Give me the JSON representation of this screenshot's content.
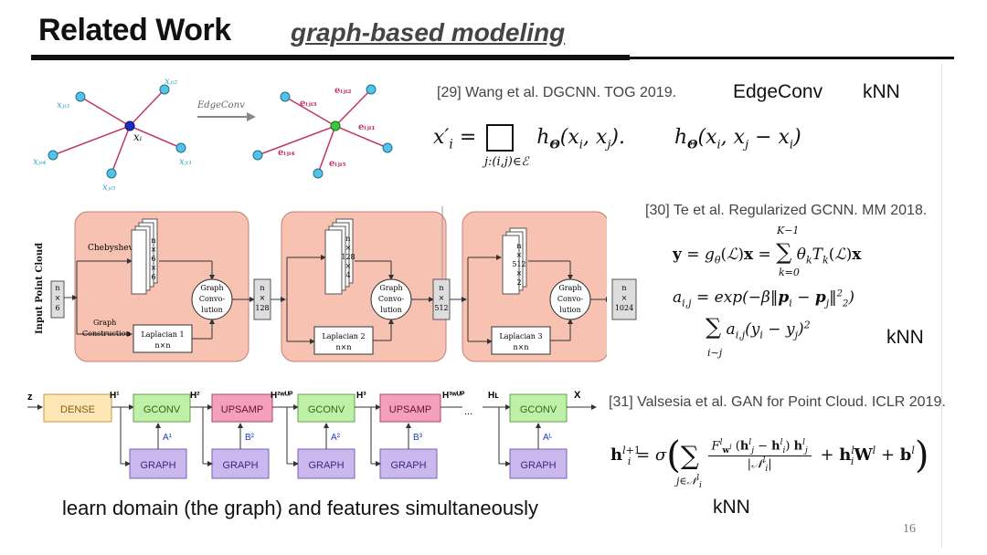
{
  "header": {
    "title": "Related Work",
    "subtitle": "graph-based modeling"
  },
  "refs": {
    "ref29": "[29] Wang et al. DGCNN. TOG 2019.",
    "ref30": "[30] Te et al. Regularized GCNN. MM 2018.",
    "ref31": "[31] Valsesia et al. GAN for Point Cloud. ICLR 2019."
  },
  "keywords": {
    "edgeconv": "EdgeConv",
    "knn1": "kNN",
    "knn2": "kNN",
    "knn3": "kNN"
  },
  "edgeconv_fig": {
    "arrow_label": "EdgeConv",
    "center_node": "xᵢ",
    "left_nodes": [
      "xⱼᵢ₂",
      "xⱼᵢ₃",
      "xⱼᵢ₄",
      "xⱼᵢ₅",
      "xⱼᵢ₁"
    ],
    "right_edges": [
      "eᵢⱼᵢ₃",
      "eᵢⱼᵢ₂",
      "eᵢⱼᵢ₁",
      "eᵢⱼᵢ₄",
      "eᵢⱼᵢ₅"
    ]
  },
  "gcnn_fig": {
    "input_label": "Input Point Cloud",
    "input_size": [
      "n",
      "×",
      "6"
    ],
    "chebyshev": "Chebyshev",
    "graph_construction": [
      "Graph",
      "Construction"
    ],
    "stages": [
      {
        "stack": [
          "n",
          "×",
          "6",
          "×",
          "6"
        ],
        "conv": [
          "Graph",
          "Convo-",
          "lution"
        ],
        "lap": [
          "Laplacian 1",
          "n×n"
        ],
        "out": [
          "n",
          "×",
          "128"
        ]
      },
      {
        "stack": [
          "n",
          "×",
          "128",
          "×",
          "4"
        ],
        "conv": [
          "Graph",
          "Convo-",
          "lution"
        ],
        "lap": [
          "Laplacian 2",
          "n×n"
        ],
        "out": [
          "n",
          "×",
          "512"
        ]
      },
      {
        "stack": [
          "n",
          "×",
          "512",
          "×",
          "2"
        ],
        "conv": [
          "Graph",
          "Convo-",
          "lution"
        ],
        "lap": [
          "Laplacian 3",
          "n×n"
        ],
        "out": [
          "n",
          "×",
          "1024"
        ]
      }
    ]
  },
  "gan_fig": {
    "z": "z",
    "dense": "DENSE",
    "h1": "H¹",
    "h2": "H²",
    "h2up": "H²ʷᵁᴾ",
    "h3": "H³",
    "h3up": "H³ʷᵁᴾ",
    "hl": "Hʟ",
    "x": "X",
    "dots": "...",
    "gconv": "GCONV",
    "upsamp": "UPSAMP",
    "graph": "GRAPH",
    "a1": "A¹",
    "b2": "B²",
    "a2": "A²",
    "b3": "B³",
    "al": "Aᴸ"
  },
  "caption": "learn domain (the graph) and features simultaneously",
  "page_number": "16",
  "colors": {
    "node_cyan": "#4fc3e8",
    "node_center": "#1a2fbf",
    "node_center_right": "#38c838",
    "edge_pink": "#c0386a",
    "panel_salmon": "#f7c2b2",
    "dense": "#fde7b7",
    "gconv": "#bff0a8",
    "upsamp": "#f3a0ba",
    "graph": "#cbb8ee"
  }
}
